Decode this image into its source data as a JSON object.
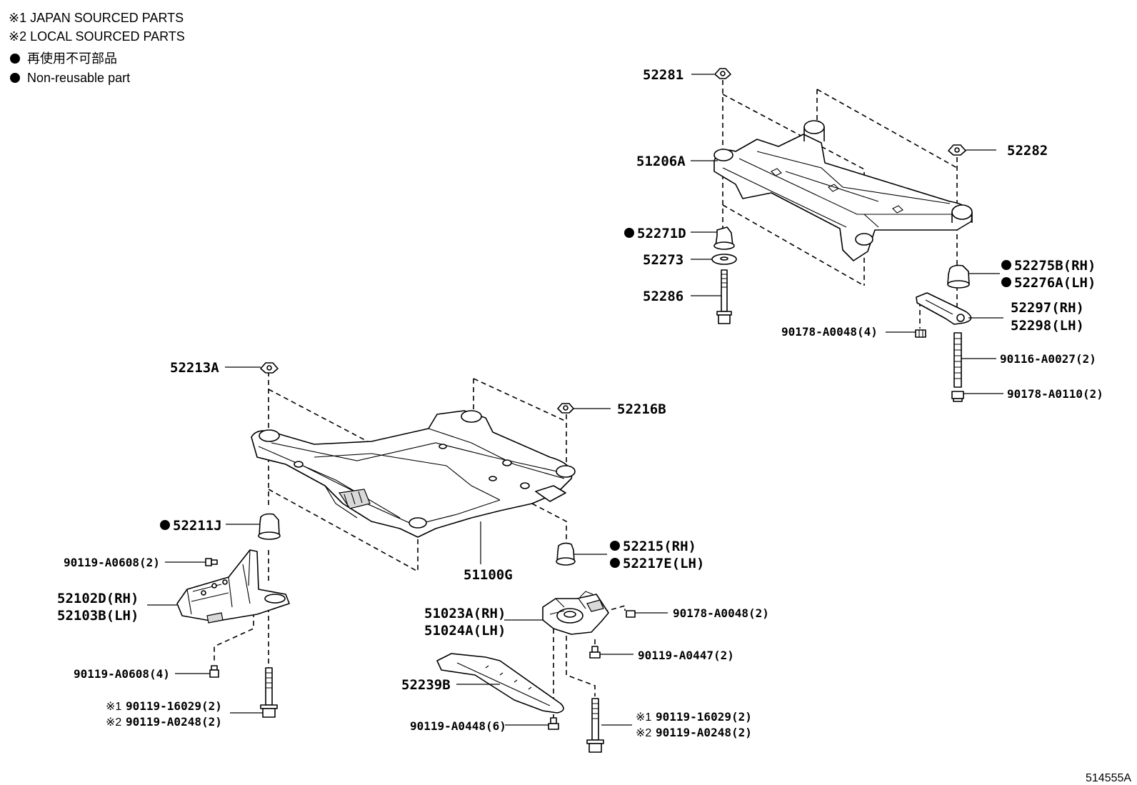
{
  "legend": {
    "note1": "※1  JAPAN SOURCED PARTS",
    "note2": "※2  LOCAL SOURCED PARTS",
    "nonreuse_jp": "再使用不可部品",
    "nonreuse_en": "Non-reusable part"
  },
  "mark": {
    "j1": "※1",
    "j2": "※2"
  },
  "rear": {
    "p52281": "52281",
    "p51206A": "51206A",
    "p52282": "52282",
    "p52271D": "52271D",
    "p52273": "52273",
    "p52286": "52286",
    "p52275B": "52275B(RH)",
    "p52276A": "52276A(LH)",
    "p52297": "52297(RH)",
    "p52298": "52298(LH)",
    "p90178_A0048_4": "90178-A0048(4)",
    "p90116_A0027_2": "90116-A0027(2)",
    "p90178_A0110_2": "90178-A0110(2)"
  },
  "front": {
    "p52213A": "52213A",
    "p52216B": "52216B",
    "p52211J": "52211J",
    "p90119_A0608_2": "90119-A0608(2)",
    "p52102D": "52102D(RH)",
    "p52103B": "52103B(LH)",
    "p51100G": "51100G",
    "p52215": "52215(RH)",
    "p52217E": "52217E(LH)",
    "p51023A": "51023A(RH)",
    "p51024A": "51024A(LH)",
    "p90178_A0048_2": "90178-A0048(2)",
    "p90119_A0447_2": "90119-A0447(2)",
    "p52239B": "52239B",
    "p90119_A0608_4": "90119-A0608(4)",
    "p90119_16029_L": "90119-16029(2)",
    "p90119_A0248_L": "90119-A0248(2)",
    "p90119_A0448_6": "90119-A0448(6)",
    "p90119_16029_R": "90119-16029(2)",
    "p90119_A0248_R": "90119-A0248(2)"
  },
  "drawing_ref": "514555A"
}
